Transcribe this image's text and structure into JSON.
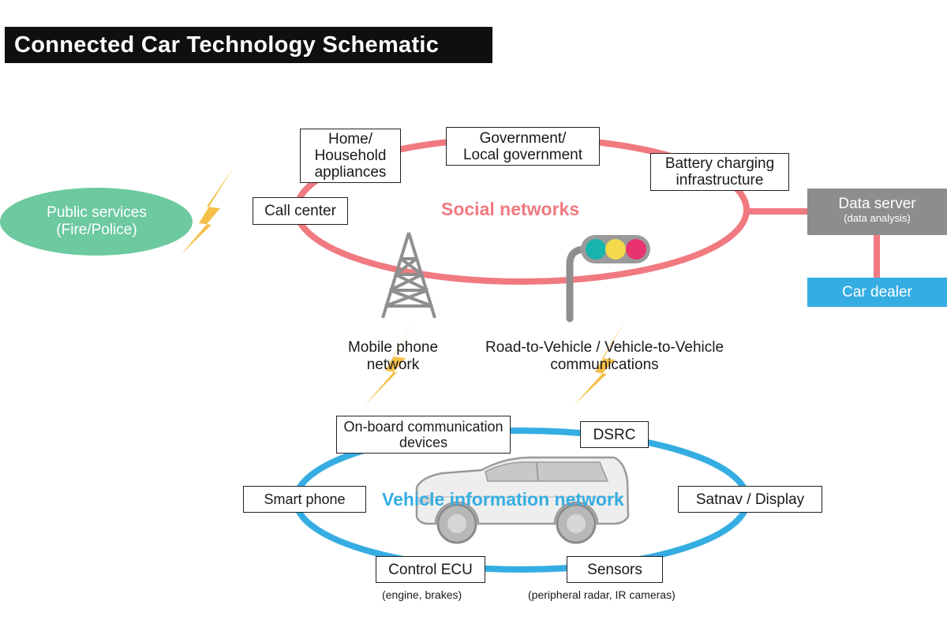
{
  "title": "Connected Car Technology Schematic",
  "colors": {
    "social": "#f07a80",
    "vehicle": "#35ade2",
    "public": "#6cc9a0",
    "server": "#8d8d8d",
    "bolt": "#f5c04a",
    "tower": "#8f8f8f",
    "light_teal": "#17b3ad",
    "light_yellow": "#f2d84a",
    "light_pink": "#e8336e"
  },
  "public_services": "Public services\n(Fire/Police)",
  "social_network": {
    "label": "Social networks",
    "nodes": {
      "home": "Home/\nHousehold\nappliances",
      "government": "Government/\nLocal government",
      "battery": "Battery charging\ninfrastructure",
      "call_center": "Call center"
    }
  },
  "data_server": {
    "title": "Data server",
    "subtitle": "(data analysis)"
  },
  "car_dealer": "Car dealer",
  "links": {
    "mobile": "Mobile phone\nnetwork",
    "road": "Road-to-Vehicle / Vehicle-to-Vehicle\ncommunications"
  },
  "vehicle_network": {
    "label": "Vehicle information network",
    "nodes": {
      "onboard": "On-board communication\ndevices",
      "dsrc": "DSRC",
      "smartphone": "Smart phone",
      "satnav": "Satnav / Display",
      "ecu": "Control ECU",
      "sensors": "Sensors"
    },
    "notes": {
      "ecu": "(engine, brakes)",
      "sensors": "(peripheral radar, IR cameras)"
    }
  },
  "icons": {
    "tower": "cell-tower-icon",
    "traffic_light": "traffic-light-icon",
    "bolt": "lightning-bolt-icon",
    "car": "suv-car-icon"
  }
}
